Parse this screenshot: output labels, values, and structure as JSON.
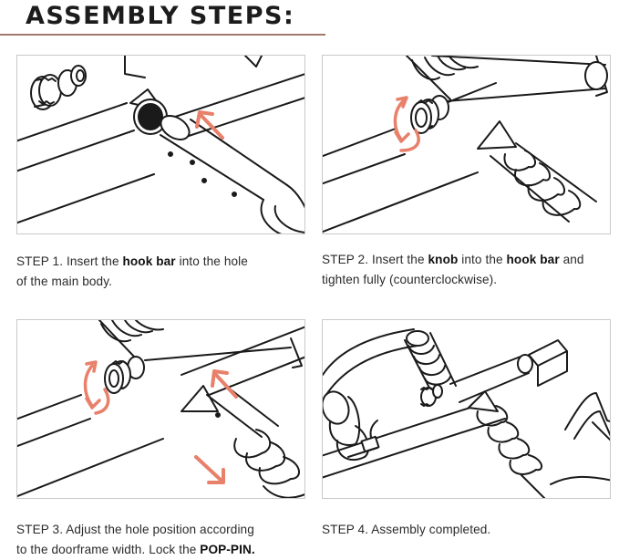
{
  "title": "ASSEMBLY STEPS:",
  "colors": {
    "accent": "#e8806a",
    "rule": "#a2786a",
    "ink": "#1a1a1a",
    "border": "#c9c9c9"
  },
  "steps": [
    {
      "image": "hook-bar-insert-diagram",
      "line1": [
        "STEP 1. Insert the ",
        "hook bar",
        " into the hole"
      ],
      "line2": "of the main body."
    },
    {
      "image": "knob-tighten-diagram",
      "line1": [
        "STEP 2. Insert the ",
        "knob",
        " into the ",
        "hook bar",
        " and"
      ],
      "line2": "tighten fully (counterclockwise)."
    },
    {
      "image": "adjust-hole-diagram",
      "line1": "STEP 3. Adjust the hole position according",
      "line2": [
        "to the doorframe width. Lock the ",
        "POP-PIN."
      ]
    },
    {
      "image": "assembled-bar-diagram",
      "line1": "STEP 4. Assembly completed."
    }
  ]
}
